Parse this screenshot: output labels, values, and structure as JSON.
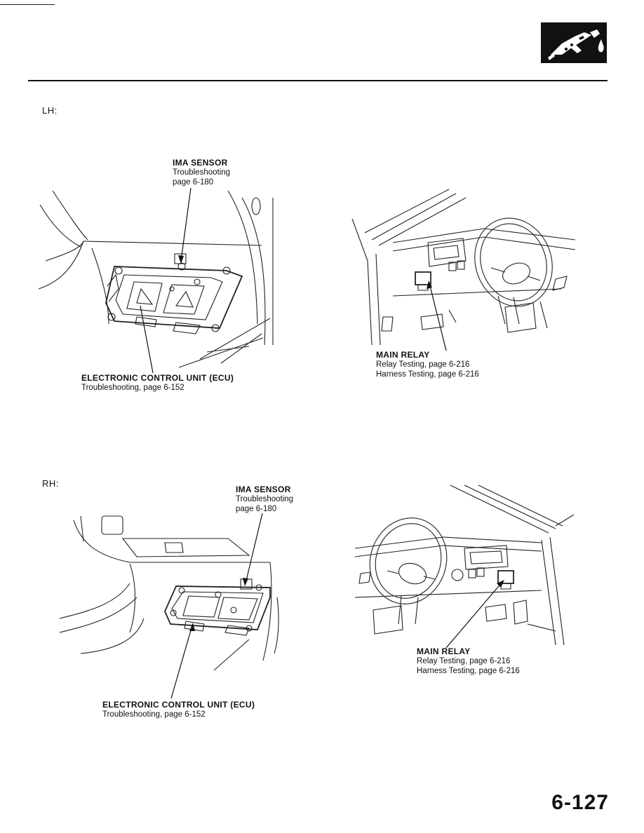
{
  "header": {
    "icon": "fuel-nozzle-icon"
  },
  "sections": {
    "lh": {
      "label": "LH:",
      "ima_sensor": {
        "title": "IMA SENSOR",
        "line1": "Troubleshooting",
        "line2": "page 6-180"
      },
      "ecu": {
        "title": "ELECTRONIC CONTROL UNIT (ECU)",
        "line1": "Troubleshooting, page 6-152"
      },
      "main_relay": {
        "title": "MAIN RELAY",
        "line1": "Relay Testing, page 6-216",
        "line2": "Harness Testing, page 6-216"
      }
    },
    "rh": {
      "label": "RH:",
      "ima_sensor": {
        "title": "IMA SENSOR",
        "line1": "Troubleshooting",
        "line2": "page 6-180"
      },
      "ecu": {
        "title": "ELECTRONIC CONTROL UNIT (ECU)",
        "line1": "Troubleshooting, page 6-152"
      },
      "main_relay": {
        "title": "MAIN RELAY",
        "line1": "Relay Testing, page 6-216",
        "line2": "Harness Testing, page 6-216"
      }
    }
  },
  "footer": {
    "page_number": "6-127"
  }
}
